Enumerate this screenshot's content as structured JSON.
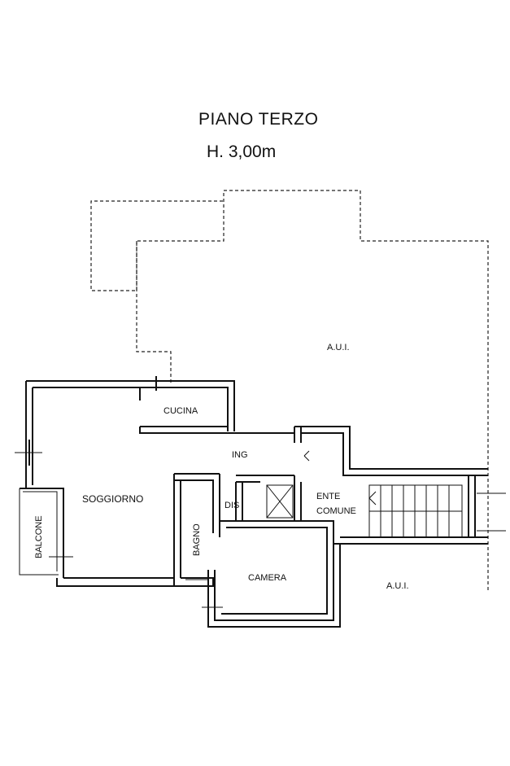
{
  "header": {
    "title": "PIANO TERZO",
    "height": "H. 3,00m"
  },
  "rooms": {
    "aui_top": "A.U.I.",
    "aui_bottom": "A.U.I.",
    "cucina": "CUCINA",
    "ing": "ING",
    "soggiorno": "SOGGIORNO",
    "dis": "DIS",
    "bagno": "BAGNO",
    "balcone": "BALCONE",
    "camera": "CAMERA",
    "ente": "ENTE",
    "comune": "COMUNE"
  }
}
